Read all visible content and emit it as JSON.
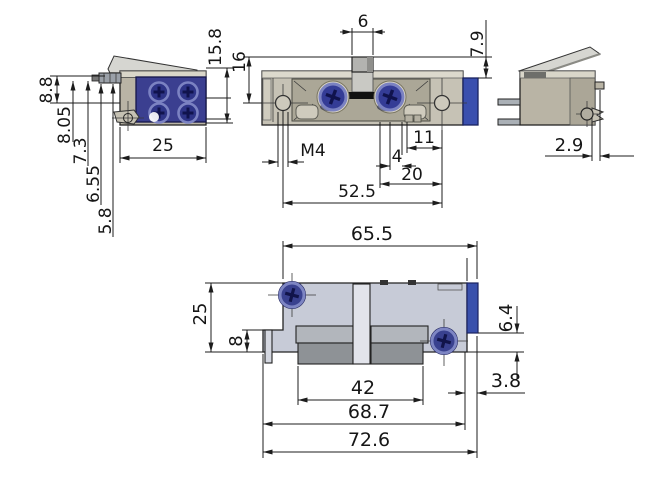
{
  "drawing": {
    "title": "dimension-drawing-electric-strike",
    "colors": {
      "background": "#ffffff",
      "outline": "#232323",
      "dimension_line": "#1c1c1c",
      "text": "#161616",
      "body_tan": "#b9b4a5",
      "body_tan_light": "#d9d6c9",
      "body_tan_dark": "#aba797",
      "flap_gray": "#d6d6d1",
      "terminal_blue": "#3b3f90",
      "screw_blue": "#343c96",
      "screw_ring": "#7b82c2",
      "accent_blue": "#3a4fae",
      "bottom_body_gray": "#c7cbd7",
      "bottom_bar_light": "#e2e4eb",
      "block_light": "#b2b6bc",
      "block_dark": "#8e9296",
      "slot_black": "#111111"
    },
    "views": {
      "left_side": {
        "labels": {
          "pin_a": "8.8",
          "pin_b": "8.05",
          "pin_c": "7.3",
          "pin_d": "6.55",
          "pin_e": "5.8",
          "width": "25",
          "block_height": "15.8"
        }
      },
      "front": {
        "labels": {
          "tab_width": "6",
          "tab_to_axis": "16",
          "tab_height": "7.9",
          "thread": "M4",
          "small_offset": "4",
          "offset_right": "11",
          "screw_span": "20",
          "hole_span": "52.5"
        }
      },
      "right_side": {
        "labels": {
          "tip_offset": "2.9"
        }
      },
      "bottom": {
        "labels": {
          "body_length": "65.5",
          "depth": "25",
          "step": "8",
          "lip": "6.4",
          "strip": "3.8",
          "block_span": "42",
          "inner_length": "68.7",
          "total_length": "72.6"
        }
      }
    }
  }
}
